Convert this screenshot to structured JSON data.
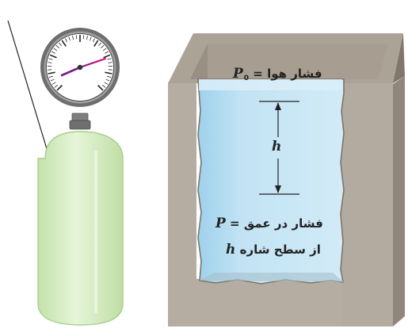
{
  "surface_pressure": {
    "text": "فشار هوا",
    "equals": "=",
    "symbol": "P",
    "subscript": "0"
  },
  "height_symbol": "h",
  "depth_pressure": {
    "line1_text": "فشار در عمق",
    "equals": "=",
    "symbol": "P",
    "line2_text": "از سطح شاره",
    "line2_symbol": "h"
  },
  "colors": {
    "stone": "#b5ada2",
    "stone_dark": "#8f877c",
    "water": "#c5e4f4",
    "water_deep": "#9fd1ec",
    "tank": "#d3ecbd",
    "gauge_needle": "#e0127a",
    "gauge_rim": "#7a7a7a"
  }
}
